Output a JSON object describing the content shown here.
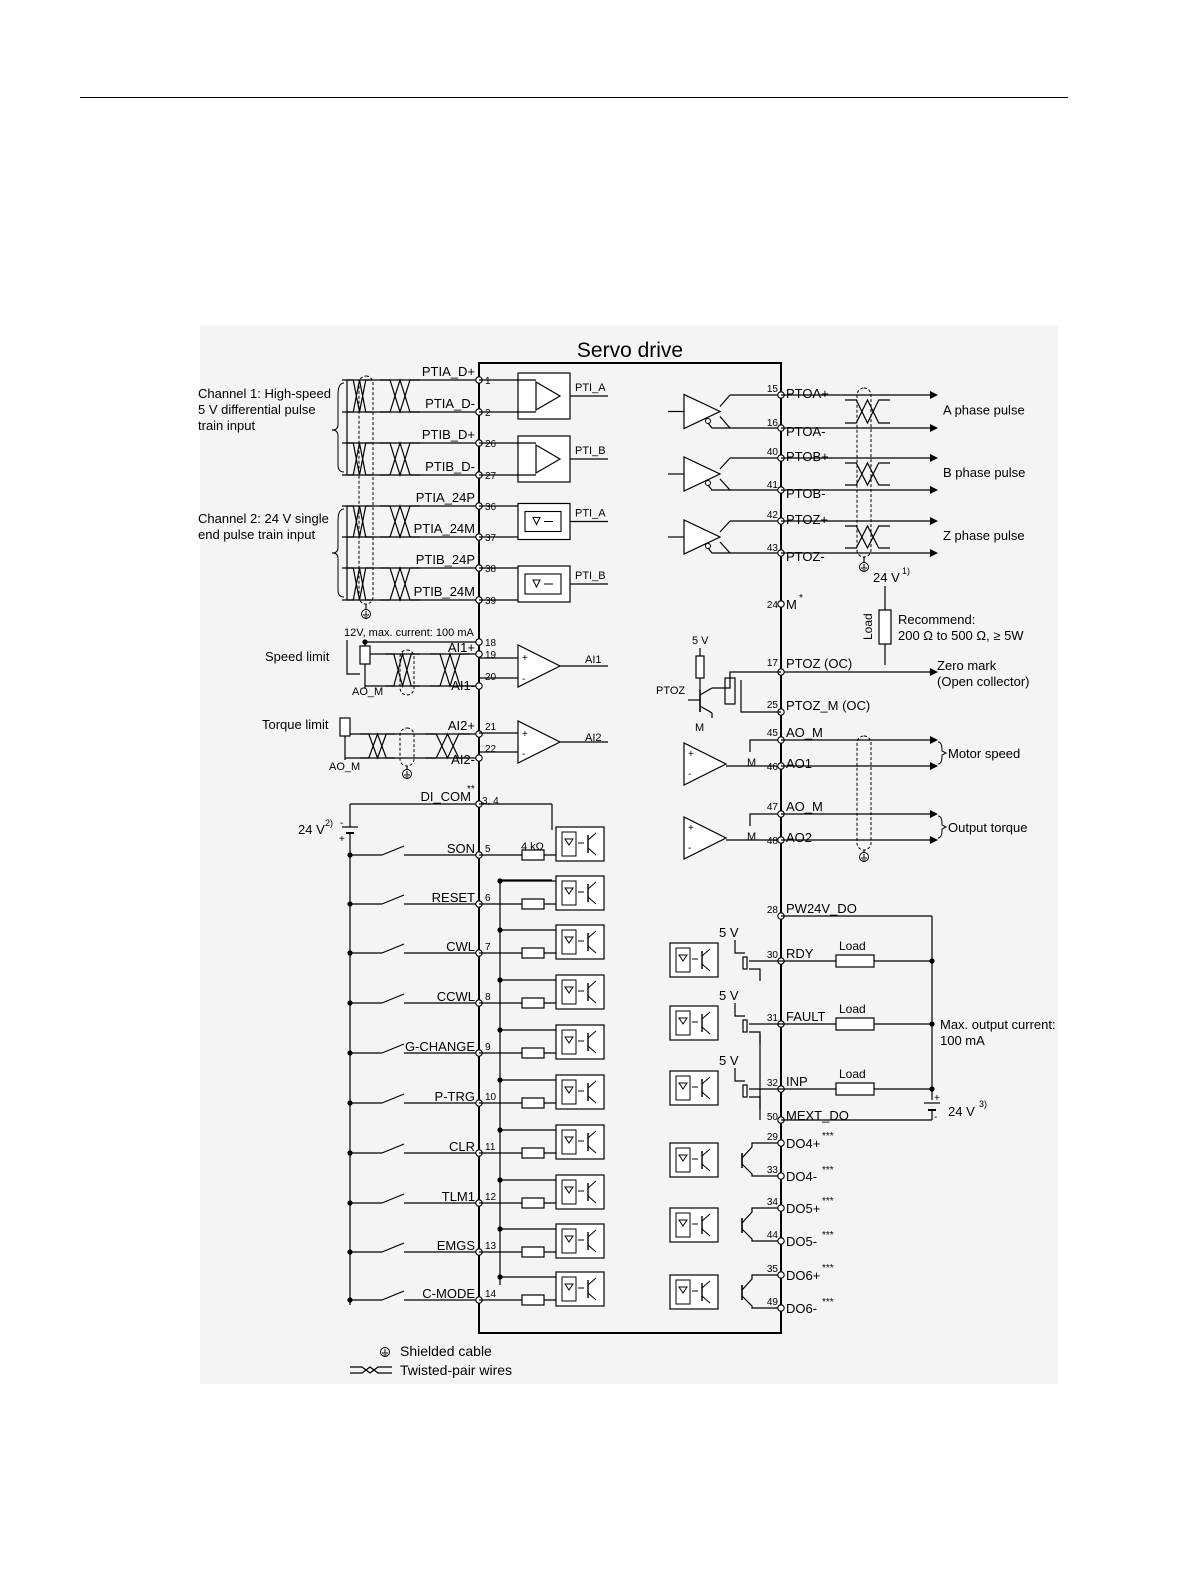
{
  "title": "Servo drive",
  "channel1": [
    "Channel 1: High-speed",
    "5 V differential pulse",
    "train input"
  ],
  "channel2": [
    "Channel 2: 24 V single",
    "end pulse train input"
  ],
  "left_pins": [
    {
      "label": "PTIA_D+",
      "pin": "1"
    },
    {
      "label": "PTIA_D-",
      "pin": "2"
    },
    {
      "label": "PTIB_D+",
      "pin": "26"
    },
    {
      "label": "PTIB_D-",
      "pin": "27"
    },
    {
      "label": "PTIA_24P",
      "pin": "36"
    },
    {
      "label": "PTIA_24M",
      "pin": "37"
    },
    {
      "label": "PTIB_24P",
      "pin": "38"
    },
    {
      "label": "PTIB_24M",
      "pin": "39"
    },
    {
      "label": "",
      "pin": "18"
    },
    {
      "label": "AI1+",
      "pin": "19"
    },
    {
      "label": "AI1-",
      "pin": "20"
    },
    {
      "label": "AI2+",
      "pin": "21"
    },
    {
      "label": "AI2-",
      "pin": "22"
    },
    {
      "label": "DI_COM",
      "pin": "3, 4"
    },
    {
      "label": "SON",
      "pin": "5"
    },
    {
      "label": "RESET",
      "pin": "6"
    },
    {
      "label": "CWL",
      "pin": "7"
    },
    {
      "label": "CCWL",
      "pin": "8"
    },
    {
      "label": "G-CHANGE",
      "pin": "9"
    },
    {
      "label": "P-TRG",
      "pin": "10"
    },
    {
      "label": "CLR",
      "pin": "11"
    },
    {
      "label": "TLM1",
      "pin": "12"
    },
    {
      "label": "EMGS",
      "pin": "13"
    },
    {
      "label": "C-MODE",
      "pin": "14"
    }
  ],
  "internal_labels": [
    "PTI_A",
    "PTI_B",
    "PTI_A",
    "PTI_B",
    "AI1",
    "AI2"
  ],
  "supply_12v": "12V, max. current: 100 mA",
  "speed_limit": "Speed limit",
  "torque_limit": "Torque limit",
  "ao_m": "AO_M",
  "supply_24v_left": "24 V",
  "supply_24v_left_note": "2)",
  "di_com_note": "**",
  "resistor_4k": "4 kΩ",
  "right_pins": [
    {
      "label": "PTOA+",
      "pin": "15"
    },
    {
      "label": "PTOA-",
      "pin": "16"
    },
    {
      "label": "PTOB+",
      "pin": "40"
    },
    {
      "label": "PTOB-",
      "pin": "41"
    },
    {
      "label": "PTOZ+",
      "pin": "42"
    },
    {
      "label": "PTOZ-",
      "pin": "43"
    },
    {
      "label": "M",
      "pin": "24"
    },
    {
      "label": "PTOZ (OC)",
      "pin": "17"
    },
    {
      "label": "PTOZ_M (OC)",
      "pin": "25"
    },
    {
      "label": "AO_M",
      "pin": "45"
    },
    {
      "label": "AO1",
      "pin": "46"
    },
    {
      "label": "AO_M",
      "pin": "47"
    },
    {
      "label": "AO2",
      "pin": "48"
    },
    {
      "label": "PW24V_DO",
      "pin": "28"
    },
    {
      "label": "RDY",
      "pin": "30"
    },
    {
      "label": "FAULT",
      "pin": "31"
    },
    {
      "label": "INP",
      "pin": "32"
    },
    {
      "label": "MEXT_DO",
      "pin": "50"
    },
    {
      "label": "DO4+",
      "pin": "29"
    },
    {
      "label": "DO4-",
      "pin": "33"
    },
    {
      "label": "DO5+",
      "pin": "34"
    },
    {
      "label": "DO5-",
      "pin": "44"
    },
    {
      "label": "DO6+",
      "pin": "35"
    },
    {
      "label": "DO6-",
      "pin": "49"
    }
  ],
  "phase_outputs": [
    "A phase pulse",
    "B phase pulse",
    "Z phase pulse"
  ],
  "supply_24v_load": "24 V",
  "supply_24v_load_note": "1)",
  "load_label": "Load",
  "recommend": [
    "Recommend:",
    "200 Ω to 500 Ω, ≥ 5W"
  ],
  "zero_mark": [
    "Zero mark",
    "(Open collector)"
  ],
  "five_v": "5 V",
  "ptoz_label": "PTOZ",
  "m_label": "M",
  "m_note": "*",
  "motor_speed": "Motor speed",
  "output_torque": "Output torque",
  "max_output": [
    "Max. output current:",
    "100 mA"
  ],
  "supply_24v_do": "24 V",
  "supply_24v_do_note": "3)",
  "do_note": "***",
  "legend": {
    "shielded": "Shielded cable",
    "twisted": "Twisted-pair wires"
  }
}
